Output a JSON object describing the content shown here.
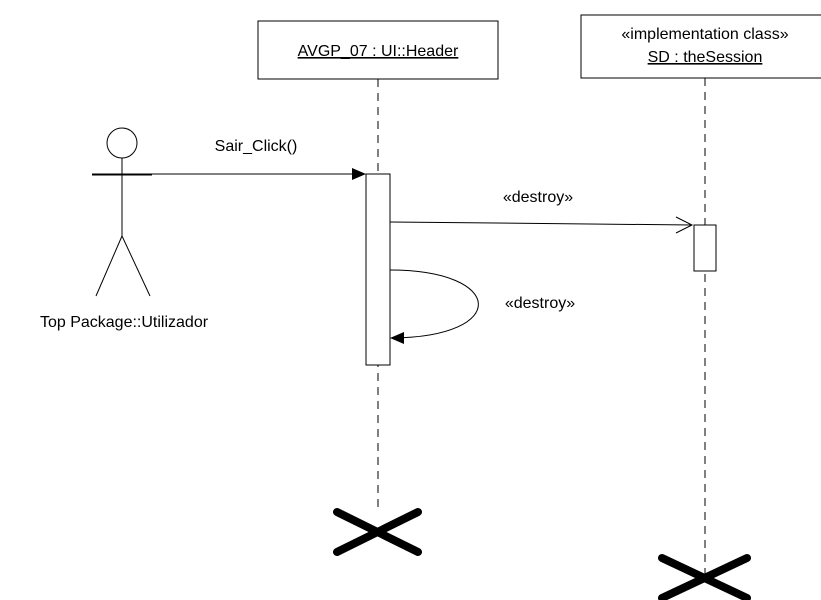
{
  "actor": {
    "label": "Top Package::Utilizador"
  },
  "lifelines": [
    {
      "object_label": "AVGP_07 : UI::Header"
    },
    {
      "stereotype": "«implementation class»",
      "object_label": "SD : theSession"
    }
  ],
  "messages": [
    {
      "label": "Sair_Click()"
    },
    {
      "label": "«destroy»"
    },
    {
      "label": "«destroy»"
    }
  ],
  "colors": {
    "stroke": "#000000",
    "background": "#ffffff"
  }
}
